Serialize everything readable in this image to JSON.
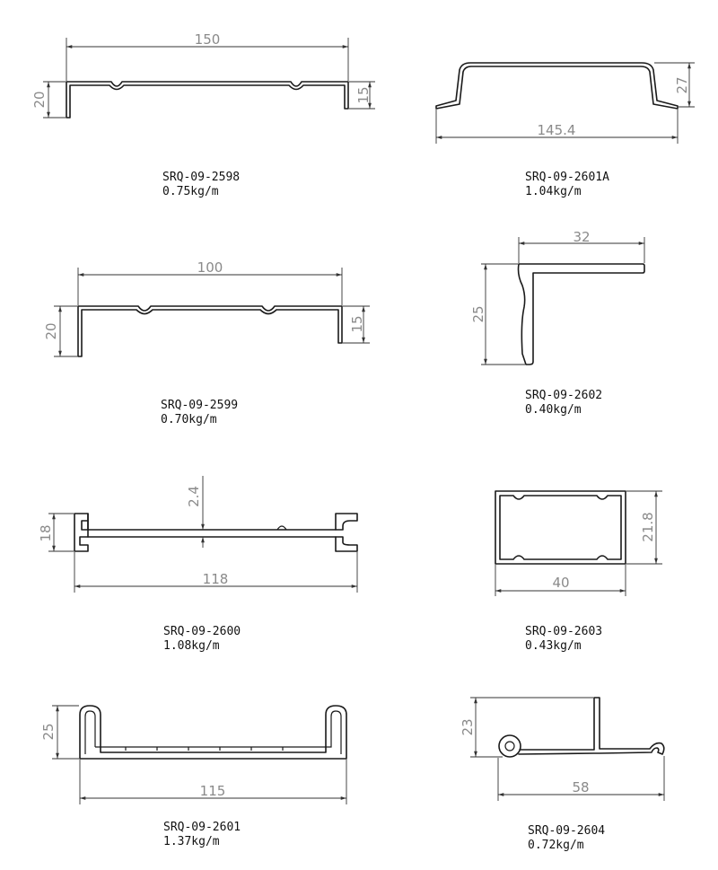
{
  "parts": [
    {
      "code": "SRQ-09-2598",
      "weight": "0.75kg/m",
      "dims": [
        "150",
        "20",
        "15"
      ]
    },
    {
      "code": "SRQ-09-2601A",
      "weight": "1.04kg/m",
      "dims": [
        "145.4",
        "27"
      ]
    },
    {
      "code": "SRQ-09-2599",
      "weight": "0.70kg/m",
      "dims": [
        "100",
        "20",
        "15"
      ]
    },
    {
      "code": "SRQ-09-2602",
      "weight": "0.40kg/m",
      "dims": [
        "32",
        "25"
      ]
    },
    {
      "code": "SRQ-09-2600",
      "weight": "1.08kg/m",
      "dims": [
        "2.4",
        "18",
        "118"
      ]
    },
    {
      "code": "SRQ-09-2603",
      "weight": "0.43kg/m",
      "dims": [
        "21.8",
        "40"
      ]
    },
    {
      "code": "SRQ-09-2601",
      "weight": "1.37kg/m",
      "dims": [
        "25",
        "115"
      ]
    },
    {
      "code": "SRQ-09-2604",
      "weight": "0.72kg/m",
      "dims": [
        "23",
        "58"
      ]
    }
  ]
}
